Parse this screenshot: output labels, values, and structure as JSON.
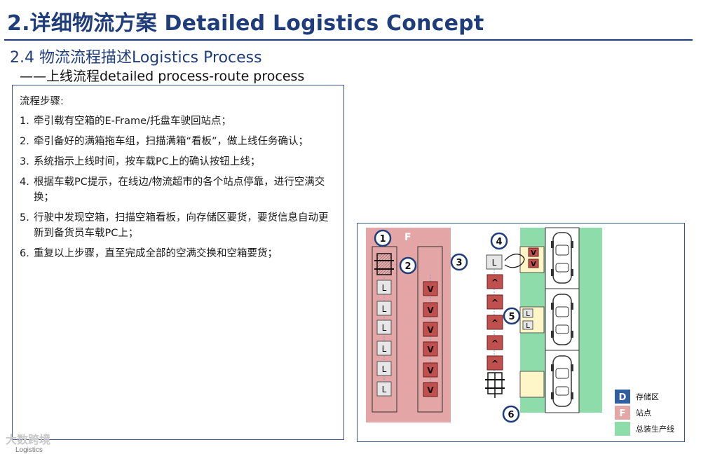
{
  "header": {
    "title": "2.详细物流方案 Detailed Logistics Concept",
    "subtitle": "2.4 物流流程描述Logistics Process",
    "subtitle2": "——上线流程detailed process-route process"
  },
  "steps": {
    "heading": "流程步骤:",
    "items": [
      {
        "num": "1.",
        "text": "牵引载有空箱的E-Frame/托盘车驶回站点；"
      },
      {
        "num": "2.",
        "text": "牵引备好的满箱拖车组，扫描满箱“看板”，做上线任务确认；"
      },
      {
        "num": "3.",
        "text": "系统指示上线时间，按车载PC上的确认按钮上线；"
      },
      {
        "num": "4.",
        "text": "根据车载PC提示，在线边/物流超市的各个站点停靠，进行空满交换；"
      },
      {
        "num": "5.",
        "text": "行驶中发现空箱，扫描空箱看板，向存储区要货，要货信息自动更新到备货员车载PC上；"
      },
      {
        "num": "6.",
        "text": "重复以上步骤，直至完成全部的空满交换和空箱要货；"
      }
    ]
  },
  "diagram": {
    "zone_F_label": "F",
    "box_L": "L",
    "box_V": "V",
    "box_up": "^",
    "markers": [
      "1",
      "2",
      "3",
      "4",
      "5",
      "6"
    ],
    "legend": [
      {
        "key": "D",
        "label": "存储区",
        "color": "#2f5fa0"
      },
      {
        "key": "F",
        "label": "站点",
        "color": "#e5a6a6"
      },
      {
        "key": "",
        "label": "总装生产线",
        "color": "#8fdcab"
      }
    ]
  },
  "watermark": "大数跨境",
  "footer": "Logistics"
}
